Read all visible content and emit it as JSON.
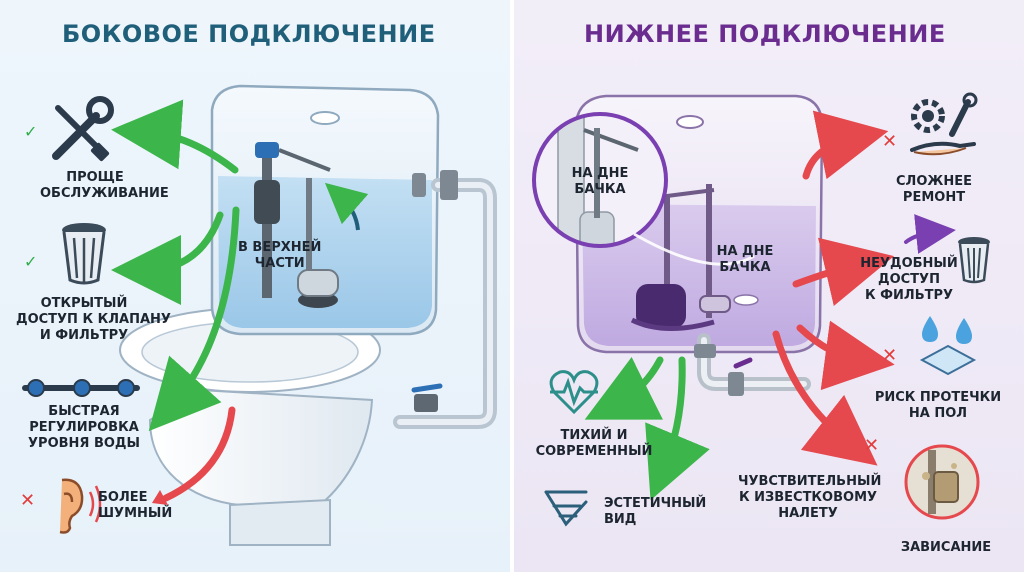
{
  "left": {
    "title": "БОКОВОЕ ПОДКЛЮЧЕНИЕ",
    "float_label_1": "В ВЕРХНЕЙ",
    "float_label_2": "ЧАСТИ",
    "items": [
      {
        "mark": "✓",
        "line1": "ПРОЩЕ",
        "line2": "ОБСЛУЖИВАНИЕ",
        "line3": ""
      },
      {
        "mark": "✓",
        "line1": "ОТКРЫТЫЙ",
        "line2": "ДОСТУП К КЛАПАНУ",
        "line3": "И ФИЛЬТРУ"
      },
      {
        "mark": "",
        "line1": "БЫСТРАЯ",
        "line2": "РЕГУЛИРОВКА",
        "line3": "УРОВНЯ ВОДЫ"
      },
      {
        "mark": "✕",
        "line1": "БОЛЕЕ",
        "line2": "ШУМНЫЙ",
        "line3": ""
      }
    ]
  },
  "right": {
    "title": "НИЖНЕЕ ПОДКЛЮЧЕНИЕ",
    "zoom_label_1": "НА ДНЕ",
    "zoom_label_2": "БАЧКА",
    "tank_label_1": "НА ДНЕ",
    "tank_label_2": "БАЧКА",
    "items": [
      {
        "mark": "✕",
        "line1": "СЛОЖНЕЕ",
        "line2": "РЕМОНТ",
        "line3": ""
      },
      {
        "mark": "",
        "line1": "НЕУДОБНЫЙ",
        "line2": "ДОСТУП",
        "line3": "К ФИЛЬТРУ"
      },
      {
        "mark": "✕",
        "line1": "РИСК ПРОТЕЧКИ",
        "line2": "НА ПОЛ",
        "line3": ""
      },
      {
        "mark": "",
        "line1": "ТИХИЙ И",
        "line2": "СОВРЕМЕННЫЙ",
        "line3": ""
      },
      {
        "mark": "",
        "line1": "ЭСТЕТИЧНЫЙ",
        "line2": "ВИД",
        "line3": ""
      },
      {
        "mark": "✕",
        "line1": "ЧУВСТВИТЕЛЬНЫЙ",
        "line2": "К ИЗВЕСТКОВОМУ",
        "line3": "НАЛЕТУ"
      },
      {
        "mark": "",
        "line1": "ЗАВИСАНИЕ",
        "line2": "",
        "line3": ""
      }
    ]
  },
  "colors": {
    "left_title": "#1f5f7a",
    "right_title": "#6a2d8f",
    "positive_arrow": "#3cb54a",
    "negative_arrow": "#e5484d",
    "purple_arrow": "#7a3fb0"
  }
}
